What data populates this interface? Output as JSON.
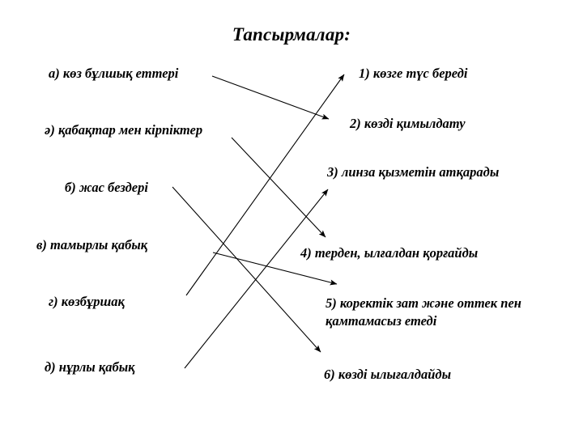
{
  "title": "Тапсырмалар:",
  "left_column": [
    {
      "id": "a",
      "label": "а) көз бұлшық еттері"
    },
    {
      "id": "e",
      "label": "ә) қабақтар мен кірпіктер"
    },
    {
      "id": "b",
      "label": "б) жас бездері"
    },
    {
      "id": "v",
      "label": "в) тамырлы қабық"
    },
    {
      "id": "g",
      "label": "г) көзбұршақ"
    },
    {
      "id": "d",
      "label": "д) нұрлы қабық"
    }
  ],
  "right_column": [
    {
      "id": "1",
      "label": "1) көзге түс береді"
    },
    {
      "id": "2",
      "label": "2) көзді қимылдату"
    },
    {
      "id": "3",
      "label": "3) линза қызметін атқарады"
    },
    {
      "id": "4",
      "label": "4) терден, ылғалдан қорғайды"
    },
    {
      "id": "5",
      "label": "5) коректік зат және оттек пен қамтамасыз етеді"
    },
    {
      "id": "6",
      "label": "6) көзді ылығалдайды"
    }
  ],
  "connections": [
    {
      "from": "а",
      "to": "2"
    },
    {
      "from": "ә",
      "to": "4"
    },
    {
      "from": "б",
      "to": "6"
    },
    {
      "from": "в",
      "to": "5"
    },
    {
      "from": "г",
      "to": "1"
    },
    {
      "from": "д",
      "to": "3"
    }
  ],
  "colors": {
    "ink": "#000000",
    "background": "#ffffff"
  }
}
